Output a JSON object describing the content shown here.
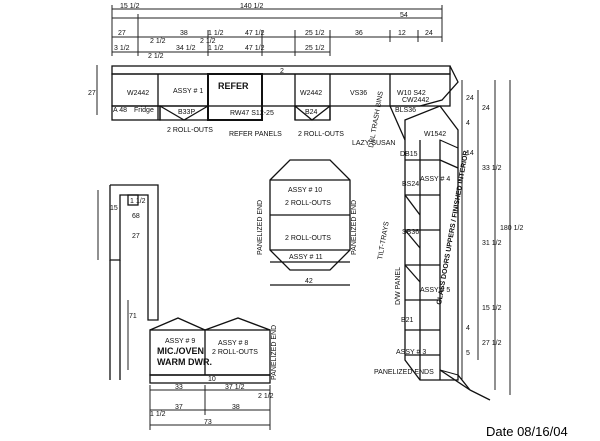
{
  "date_label": "Date 08/16/04",
  "top_dimensions": {
    "row1": [
      "15 1/2",
      "140 1/2",
      "54"
    ],
    "row2": [
      "27",
      "38",
      "1 1/2",
      "47 1/2",
      "25 1/2",
      "36",
      "12",
      "24"
    ],
    "row2_sub": [
      "2 1/2",
      "2 1/2"
    ],
    "row3": [
      "3 1/2",
      "34 1/2",
      "1 1/2",
      "47 1/2",
      "25 1/2"
    ],
    "row3_sub": [
      "2 1/2"
    ]
  },
  "wall_dimensions": {
    "top_wall": "2",
    "left_height": "27",
    "right_top": "24",
    "right_inner": "24",
    "right_side_a": "33 1/2",
    "right_side_b": "14",
    "right_side_c": "31 1/2",
    "right_side_d": "15 1/2",
    "right_side_e": "27 1/2",
    "right_overall": "180 1/2",
    "right_small_1": "4",
    "right_small_2": "4",
    "right_small_3": "5",
    "left_wing_w": "15",
    "left_wing_1": "1 1/2",
    "left_wing_2": "68",
    "left_wing_3": "27",
    "left_wall_71": "71",
    "island_w": "42"
  },
  "cabinets": {
    "top_run": [
      "W2442",
      "ASSY # 1",
      "REFER",
      "RW47 S12-25",
      "W2442",
      "VS36",
      "W10 S42",
      "CW2442"
    ],
    "b33p": "B33P",
    "b24": "B24",
    "bls36": "BLS36",
    "a_tag": "A 48",
    "fridge": "Fridge",
    "roll_outs_1": "2 ROLL-OUTS",
    "roll_outs_2": "2 ROLL-OUTS",
    "refer_panels": "REFER PANELS",
    "lazy_susan": "LAZY SUSAN",
    "db15": "DB15",
    "w1542": "W1542",
    "bs24": "BS24",
    "sb_series": [
      "SB36",
      "B21"
    ],
    "assy_right": [
      "ASSY # 4",
      "ASSY # 5",
      "ASSY # 3"
    ],
    "b21": "B21",
    "trash_bins": "DBL TRASH BINS",
    "tilt_trays": "TILT-TRAYS",
    "dw_panel": "D/W PANEL",
    "glass_doors": "GLASS DOORS UPPERS / FINISHED INTERIOR",
    "paneled_ends_right": "PANELIZED ENDS"
  },
  "island": {
    "top_assy": "ASSY # 10",
    "top_rollouts": "2 ROLL-OUTS",
    "mid_rollouts": "2 ROLL-OUTS",
    "bottom_assy": "ASSY # 11",
    "left_end": "PANELIZED END",
    "right_end": "PANELIZED END",
    "width": "42"
  },
  "lower_left": {
    "assy_9": "ASSY # 9",
    "mic_oven": "MIC./OVEN",
    "warm_dwr": "WARM DWR.",
    "assy_8": "ASSY # 8",
    "rollouts": "2 ROLL-OUTS",
    "paneled_end": "PANELIZED END",
    "base_mark": "10",
    "dims": [
      "33",
      "37 1/2",
      "2 1/2",
      "37",
      "38",
      "1 1/2",
      "73"
    ]
  }
}
